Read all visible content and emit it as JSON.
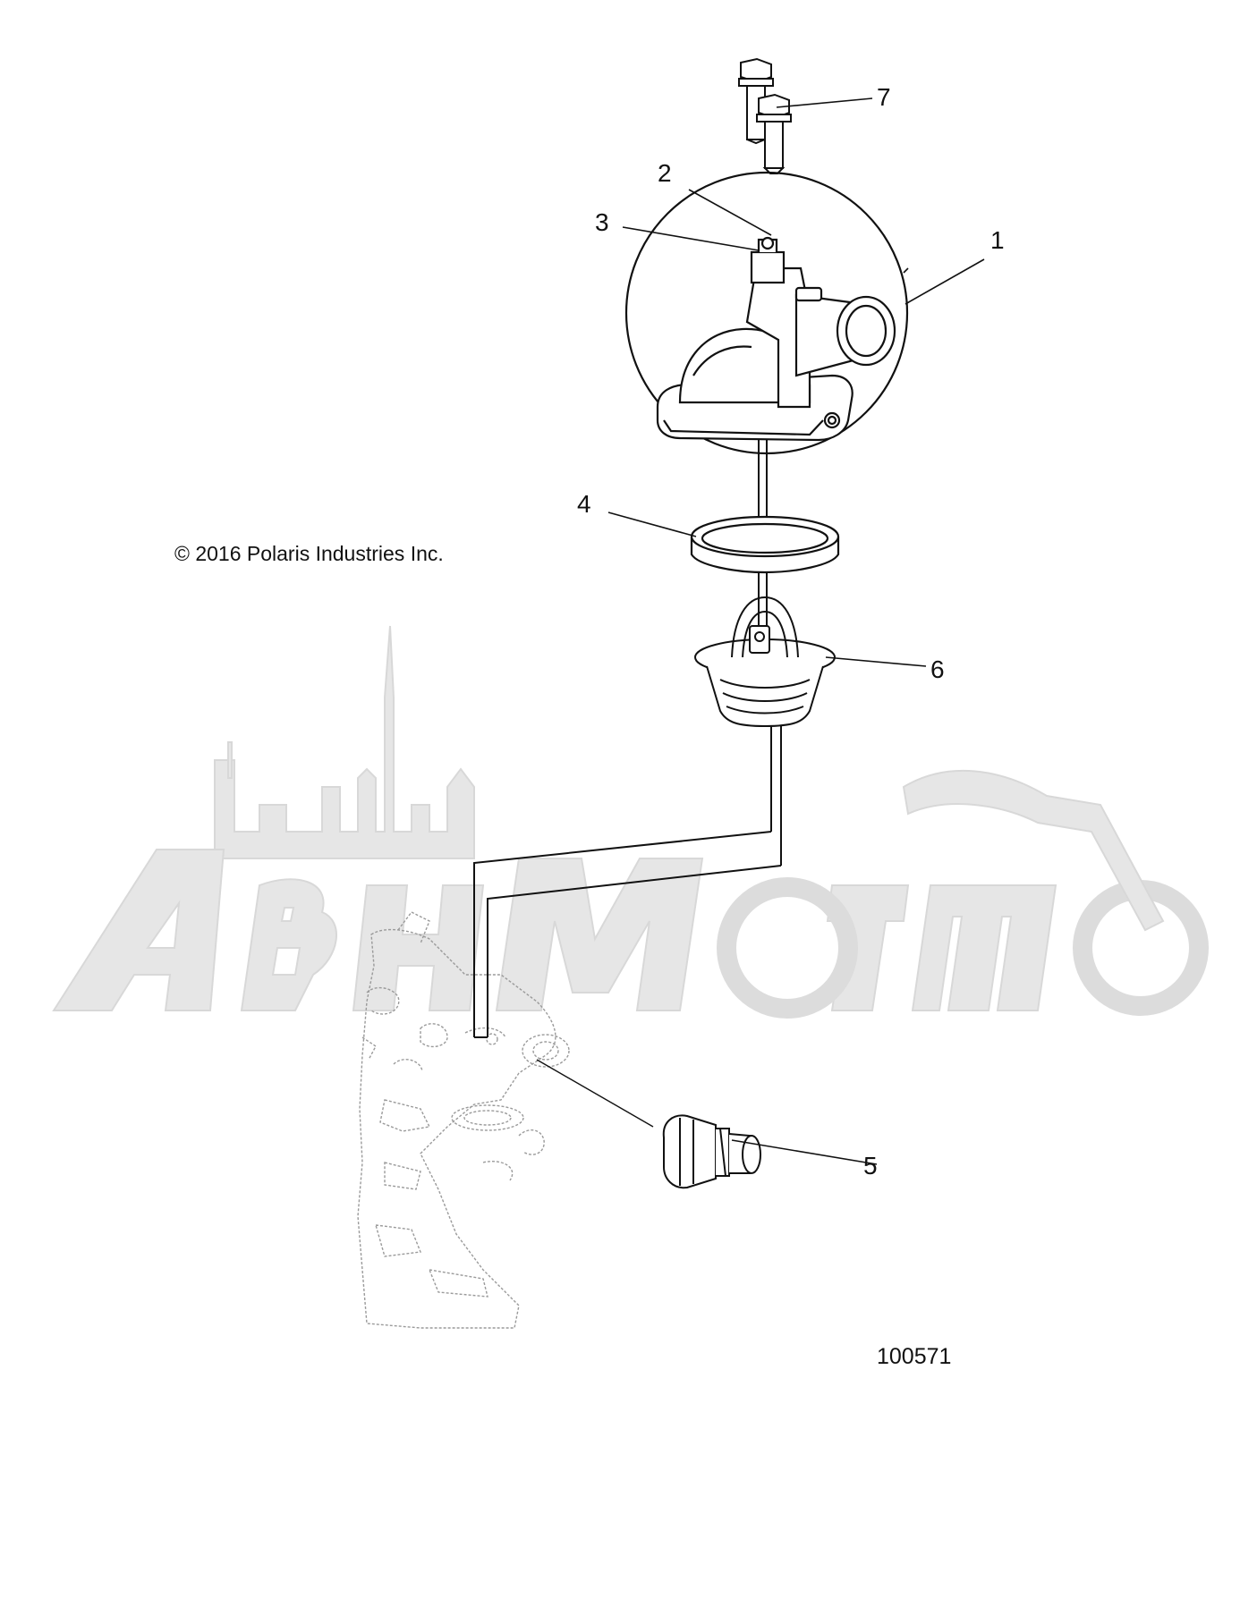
{
  "copyright": "© 2016 Polaris Industries Inc.",
  "diagram_id": "100571",
  "watermark": {
    "text": "АвтоМото",
    "color": "#e4e4e4"
  },
  "callouts": [
    {
      "id": "1",
      "label": "1"
    },
    {
      "id": "2",
      "label": "2"
    },
    {
      "id": "3",
      "label": "3"
    },
    {
      "id": "4",
      "label": "4"
    },
    {
      "id": "5",
      "label": "5"
    },
    {
      "id": "6",
      "label": "6"
    },
    {
      "id": "7",
      "label": "7"
    }
  ],
  "colors": {
    "line": "#111111",
    "ghost_line": "#9a9a9a",
    "background": "#ffffff"
  }
}
